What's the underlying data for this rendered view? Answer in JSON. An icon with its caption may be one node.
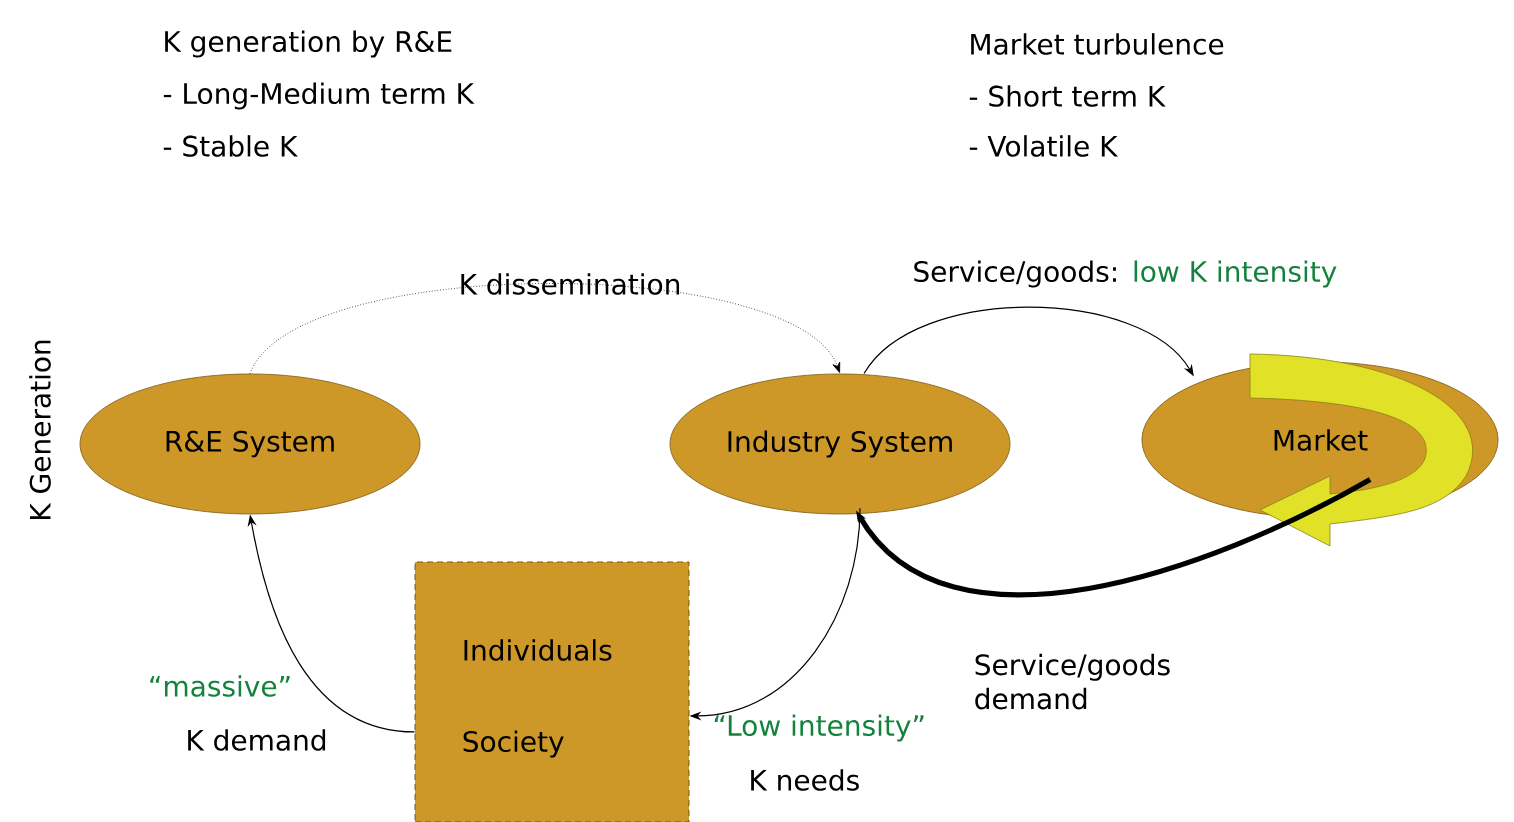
{
  "diagram": {
    "nodes": [
      {
        "text": [
          "R&E System"
        ]
      },
      {
        "text": [
          "Industry System"
        ]
      },
      {
        "text": [
          "Market"
        ]
      },
      {
        "text": [
          "Individuals",
          "Society"
        ]
      }
    ],
    "edges": [
      {
        "from": 0,
        "to": 1,
        "arrow": "to",
        "style": "dashed",
        "label": "K dissemination"
      },
      {
        "from": 1,
        "to": 2,
        "arrow": "to",
        "label": "Service/goods:"
      },
      {
        "from": 2,
        "to": 1,
        "arrow": "to",
        "style": "thick",
        "label": "Service/goods demand"
      },
      {
        "from": 3,
        "to": 0,
        "arrow": "to",
        "label": "K demand"
      },
      {
        "from": 1,
        "to": 3,
        "arrow": "to",
        "label": "K needs"
      }
    ],
    "labels": [
      "K generation by R&E",
      "- Long-Medium term K",
      "- Stable K",
      "Market turbulence",
      "- Short term K",
      "- Volatile K",
      "K Generation",
      "low K intensity",
      "“massive”",
      "“Low intensity”"
    ]
  }
}
